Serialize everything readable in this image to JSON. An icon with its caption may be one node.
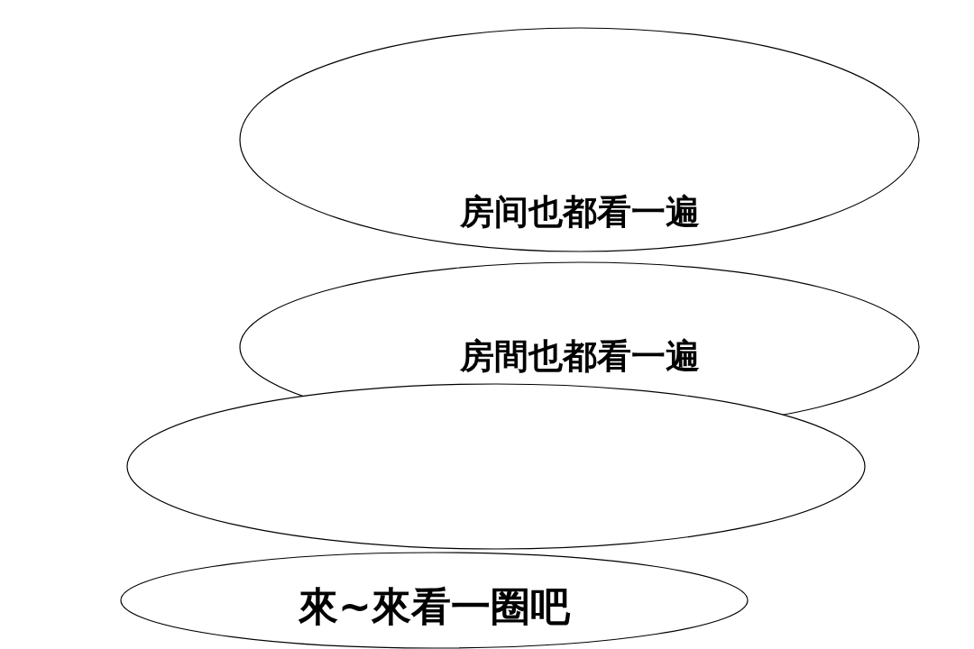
{
  "diagram": {
    "nodes": [
      {
        "text": [
          "房间也都看一遍"
        ]
      },
      {
        "text": [
          "房間也都看一遍"
        ]
      },
      {
        "text": [],
        "shape": "bubble"
      },
      {
        "text": [
          "來~來看一圈吧"
        ]
      }
    ]
  }
}
